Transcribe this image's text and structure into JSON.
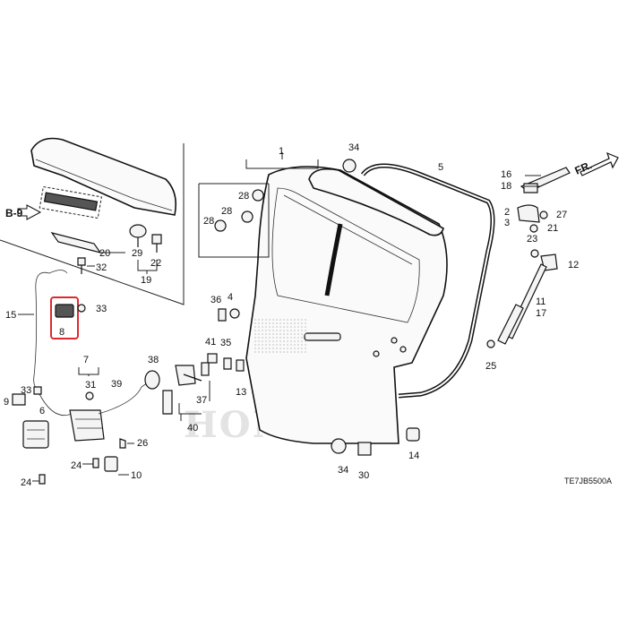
{
  "diagram": {
    "drawing_code": "TE7JB5500A",
    "section_ref": "B-9",
    "direction": "FR.",
    "watermark_text": "HONDA",
    "highlighted_part": "8",
    "callouts": {
      "c1": "1",
      "c2": "2",
      "c3": "3",
      "c4": "4",
      "c5": "5",
      "c6": "6",
      "c7": "7",
      "c8": "8",
      "c9": "9",
      "c10": "10",
      "c11": "11",
      "c12": "12",
      "c13": "13",
      "c14": "14",
      "c15": "15",
      "c16": "16",
      "c17": "17",
      "c18": "18",
      "c19": "19",
      "c20": "20",
      "c21": "21",
      "c22": "22",
      "c23": "23",
      "c24a": "24",
      "c24b": "24",
      "c25": "25",
      "c26": "26",
      "c27": "27",
      "c28a": "28",
      "c28b": "28",
      "c28c": "28",
      "c29": "29",
      "c30": "30",
      "c31": "31",
      "c32": "32",
      "c33a": "33",
      "c33b": "33",
      "c34a": "34",
      "c34b": "34",
      "c35": "35",
      "c36": "36",
      "c37": "37",
      "c38": "38",
      "c39": "39",
      "c40": "40",
      "c41": "41"
    }
  }
}
